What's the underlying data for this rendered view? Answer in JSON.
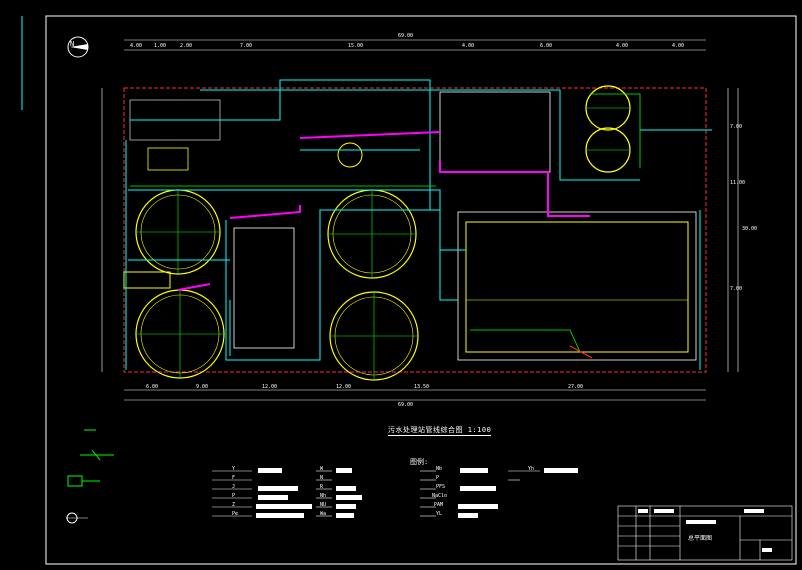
{
  "drawing": {
    "title": "污水处理站管线综合图 1:100",
    "scale": "1:100",
    "north_label": "N",
    "legend_heading": "图例:",
    "title_block_name": "总平面图"
  },
  "dimensions": {
    "top_total": "69.00",
    "top_segments": [
      "4.00",
      "1.00",
      "2.00",
      "7.00",
      "15.00",
      "4.00",
      "6.00",
      "4.00",
      "4.00"
    ],
    "bottom_total": "69.00",
    "bottom_segments": [
      "6.00",
      "9.00",
      "12.00",
      "12.00",
      "13.50",
      "27.00"
    ],
    "right_total": "30.00",
    "right_segments": [
      "7.00",
      "11.00",
      "7.00"
    ]
  },
  "legend": {
    "col1_codes": [
      "Y",
      "F",
      "J",
      "P",
      "Z",
      "Pe"
    ],
    "col2_codes": [
      "W",
      "N",
      "R",
      "Nh",
      "NU",
      "Wa"
    ],
    "col3_codes": [
      "Nb",
      "P",
      "PFS",
      "NaClo",
      "PAM",
      "YL"
    ],
    "extra_code": "Yh"
  },
  "colors": {
    "frame": "#ffffff",
    "site": "#ff3030",
    "tank": "#ffff00",
    "pipe_cyan": "#00ffff",
    "pipe_magenta": "#ff00ff",
    "pipe_green": "#00ff00",
    "text_white": "#ffffff"
  }
}
